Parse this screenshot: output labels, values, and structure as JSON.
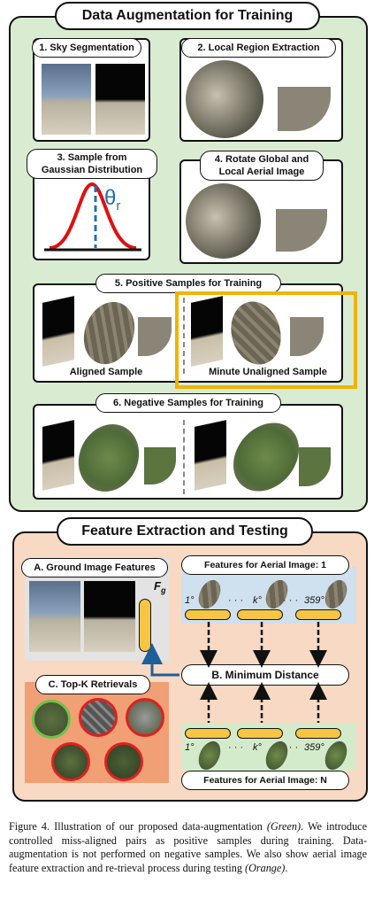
{
  "aug": {
    "title": "Data Augmentation for Training",
    "step1": "1. Sky Segmentation",
    "step2": "2. Local Region Extraction",
    "step3_line1": "3. Sample from",
    "step3_line2": "Gaussian Distribution",
    "theta": "θ",
    "theta_sub": "r",
    "step4_line1": "4. Rotate Global and",
    "step4_line2": "Local Aerial Image",
    "step5": "5. Positive Samples for Training",
    "aligned": "Aligned Sample",
    "unaligned": "Minute Unaligned Sample",
    "step6": "6. Negative Samples for Training"
  },
  "feat": {
    "title": "Feature Extraction and Testing",
    "groundA": "A. Ground Image Features",
    "fg": "F",
    "fg_sub": "g",
    "aerial1": "Features for Aerial Image: 1",
    "deg1": "1°",
    "degk": "k°",
    "deg359": "359°",
    "dots": "· · ·",
    "minDist": "B. Minimum Distance",
    "topk": "C. Top-K Retrievals",
    "aerialN": "Features for Aerial Image: N"
  },
  "caption": {
    "part1": "Figure 4.  Illustration of our proposed data-augmentation ",
    "green": "(Green)",
    "part2": ". We introduce controlled miss-aligned pairs as positive samples during training. Data-augmentation is not performed on negative samples.  We also show aerial image feature extraction and re-trieval process during testing ",
    "orange": "(Orange)",
    "part3": "."
  },
  "colors": {
    "green_panel": "#d9ecd2",
    "orange_panel": "#f8d9c4",
    "highlight": "#f0b400",
    "gaussian": "#e01010",
    "theta": "#1f6fb5",
    "bar": "#f6c544"
  }
}
